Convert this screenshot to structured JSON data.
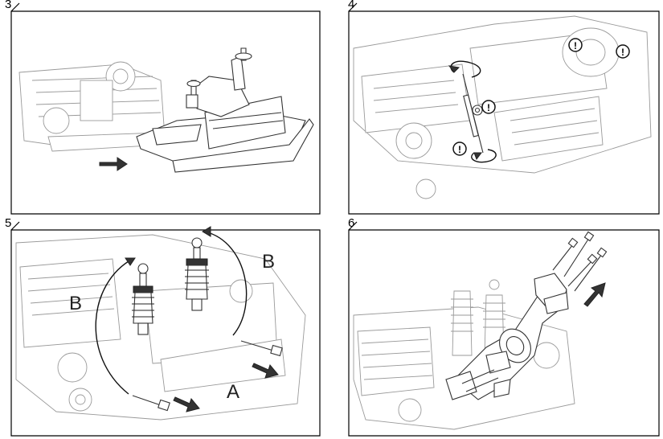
{
  "steps": [
    {
      "number": "3"
    },
    {
      "number": "4"
    },
    {
      "number": "5",
      "callouts": {
        "left": "B",
        "right": "B",
        "bottom": "A"
      }
    },
    {
      "number": "6"
    }
  ],
  "colors": {
    "line": "#333333",
    "ghost": "#9a9a9a",
    "background": "#ffffff"
  },
  "icons": [
    "attention-icon",
    "direction-arrow-icon",
    "screw-icon"
  ]
}
